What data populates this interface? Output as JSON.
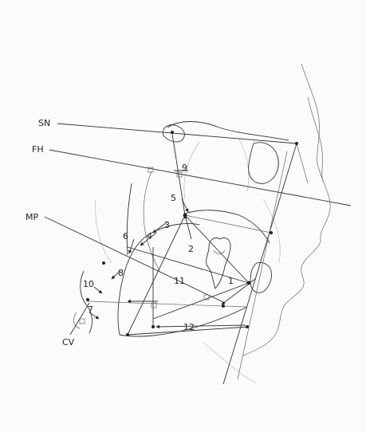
{
  "planes": {
    "sn": "SN",
    "fh": "FH",
    "mp": "MP",
    "cv": "CV"
  },
  "measurements": [
    "1",
    "2",
    "3",
    "4",
    "5",
    "6",
    "7",
    "8",
    "9",
    "10",
    "11",
    "12"
  ]
}
